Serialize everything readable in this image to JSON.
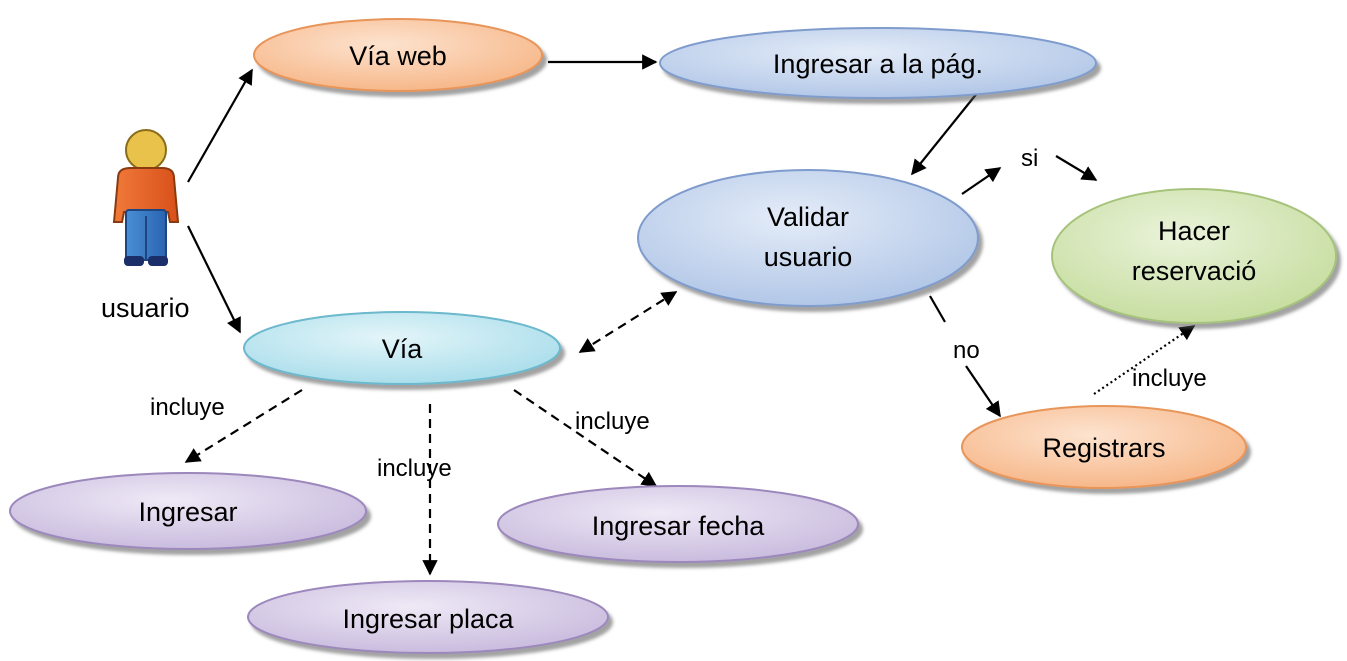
{
  "actor": {
    "label": "usuario"
  },
  "nodes": {
    "via_web": "Vía web",
    "ingresar_pag": "Ingresar a la pág.",
    "validar_line1": "Validar",
    "validar_line2": "usuario",
    "hacer_line1": "Hacer",
    "hacer_line2": "reservació",
    "via": "Vía",
    "ingresar": "Ingresar",
    "ingresar_placa": "Ingresar placa",
    "ingresar_fecha": "Ingresar fecha",
    "registrars": "Registrars"
  },
  "edge_labels": {
    "si": "si",
    "no": "no",
    "incluye_left": "incluye",
    "incluye_center": "incluye",
    "incluye_right": "incluye",
    "incluye_registrar": "incluye"
  },
  "colors": {
    "orange_fill": "#f9c49b",
    "orange_edge": "#e8955a",
    "blue_fill": "#c6d5ec",
    "blue_edge": "#7f9ccd",
    "green_fill": "#d3e6b4",
    "green_edge": "#a6c37b",
    "cyan_fill": "#c3e8f0",
    "cyan_edge": "#6cb8cc",
    "purple_fill": "#d9cfe6",
    "purple_edge": "#9c88bc"
  }
}
